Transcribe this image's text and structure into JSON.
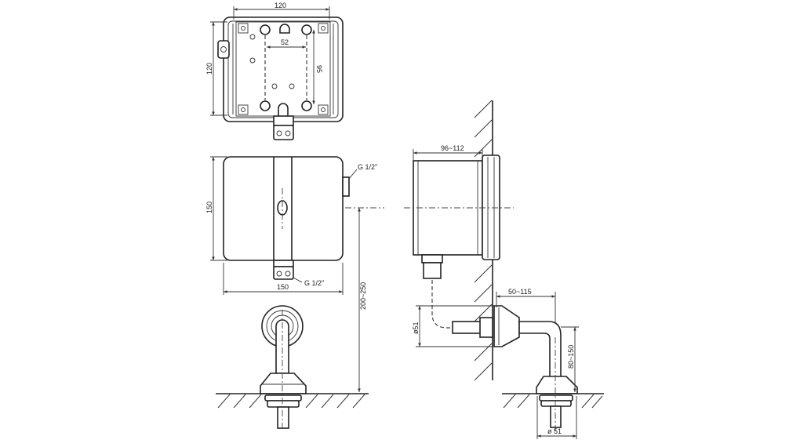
{
  "top_view": {
    "width_label": "120",
    "height_label": "120",
    "hole_spacing_h": "52",
    "hole_spacing_v": "95"
  },
  "front_view": {
    "height_label": "150",
    "width_label": "150",
    "side_thread_label": "G 1/2\"",
    "bottom_thread_label": "G 1/2\"",
    "mount_height_label": "200~250"
  },
  "side_view": {
    "depth_label": "96~112",
    "offset_label": "50~115",
    "wall_pipe_diameter_label": "ø51",
    "rise_label": "80~150",
    "floor_pipe_diameter_label": "ø 51"
  }
}
